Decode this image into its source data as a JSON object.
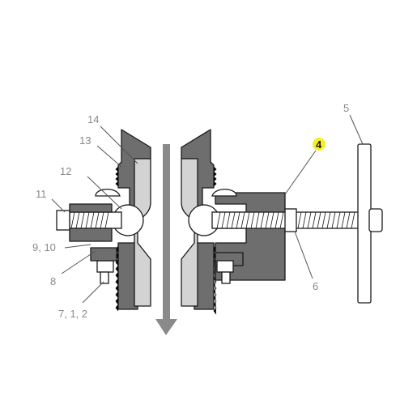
{
  "callouts": {
    "c14": "14",
    "c13": "13",
    "c12": "12",
    "c11": "11",
    "c9_10": "9, 10",
    "c8": "8",
    "c7_1_2": "7, 1, 2",
    "c4": "4",
    "c5": "5",
    "c6": "6"
  },
  "highlight_color": "#f5ee2c",
  "arrow_color": "#8a8a8a"
}
